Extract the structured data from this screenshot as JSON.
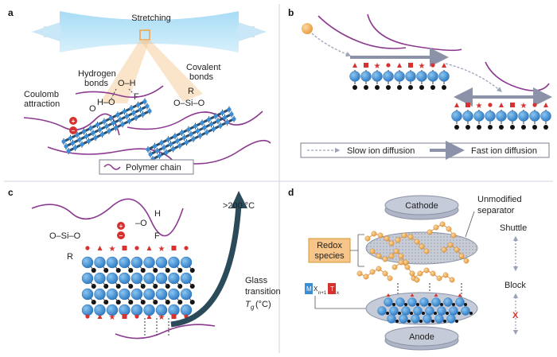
{
  "panels": {
    "a": {
      "letter": "a",
      "stretching": "Stretching",
      "hydrogen_bonds": [
        "Hydrogen",
        "bonds"
      ],
      "covalent_bonds": [
        "Covalent",
        "bonds"
      ],
      "coulomb": [
        "Coulomb",
        "attraction"
      ],
      "hb_chem": [
        "O–H",
        "O",
        "H–O",
        "F"
      ],
      "cov_chem": [
        "R",
        "O–Si–O"
      ],
      "legend": "Polymer chain"
    },
    "b": {
      "letter": "b",
      "legend_slow": "Slow ion diffusion",
      "legend_fast": "Fast ion diffusion"
    },
    "c": {
      "letter": "c",
      "temp": ">200 °C",
      "glass": [
        "Glass",
        "transition"
      ],
      "tg": "T",
      "tg_sub": "g",
      "tg_unit": "(°C)",
      "si_chem": [
        "O–Si–O",
        "R"
      ],
      "oh_chem": [
        "–O",
        "H",
        "F"
      ]
    },
    "d": {
      "letter": "d",
      "cathode": "Cathode",
      "anode": "Anode",
      "unmodified": [
        "Unmodified",
        "separator"
      ],
      "redox": [
        "Redox",
        "species"
      ],
      "shuttle": "Shuttle",
      "block": "Block",
      "block_x": "X",
      "formula": [
        "M",
        "X",
        "n+1",
        "T",
        "x"
      ]
    }
  },
  "colors": {
    "sphere": "#3b8ed6",
    "polymer": "#8b3a8f",
    "red": "#d6322f",
    "orange": "#f0b066",
    "arrow": "#8c93a8",
    "teal": "#2b4b5a"
  }
}
